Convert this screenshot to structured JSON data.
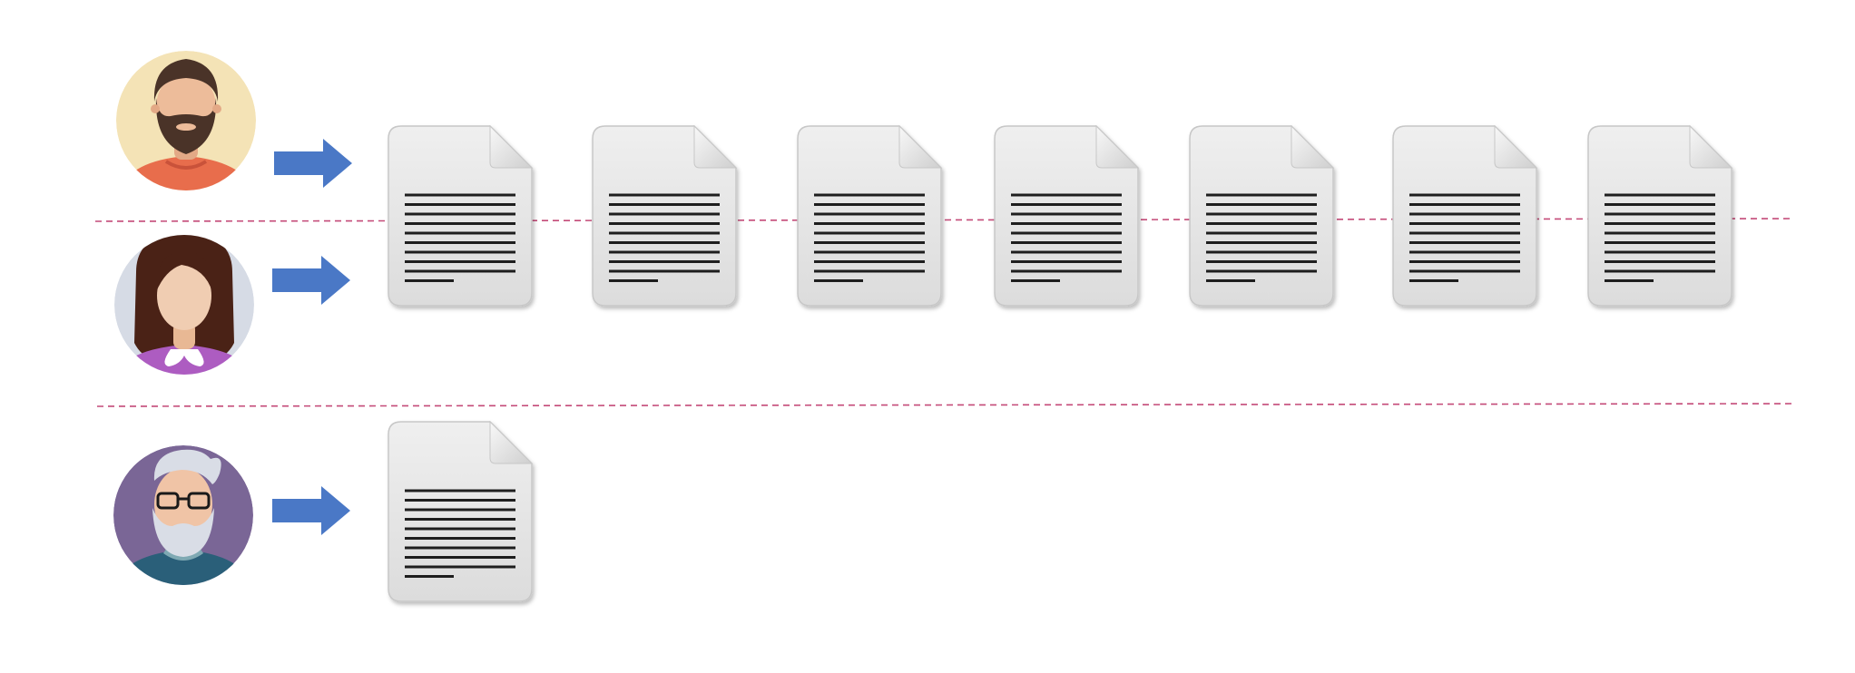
{
  "colors": {
    "arrow": "#4a78c6",
    "divider": "#c44a78",
    "doc_fill": "#e6e6e6",
    "doc_line": "#1e1e1e"
  },
  "people": [
    {
      "id": "bearded-man",
      "icon": "bearded-man-avatar-icon",
      "bg": "#f4e3b6",
      "skin": "#edbc9a",
      "hair": "#4a3328",
      "shirt": "#e86d4c",
      "document_count": 7
    },
    {
      "id": "woman",
      "icon": "woman-avatar-icon",
      "bg": "#d6dbe5",
      "skin": "#f0cdb2",
      "hair": "#4a2216",
      "shirt": "#ad5cc1",
      "document_count": 7
    },
    {
      "id": "older-man",
      "icon": "older-man-avatar-icon",
      "bg": "#7a6696",
      "skin": "#f0c4a6",
      "hair": "#d9dde6",
      "shirt": "#2a5f79",
      "document_count": 1
    }
  ]
}
